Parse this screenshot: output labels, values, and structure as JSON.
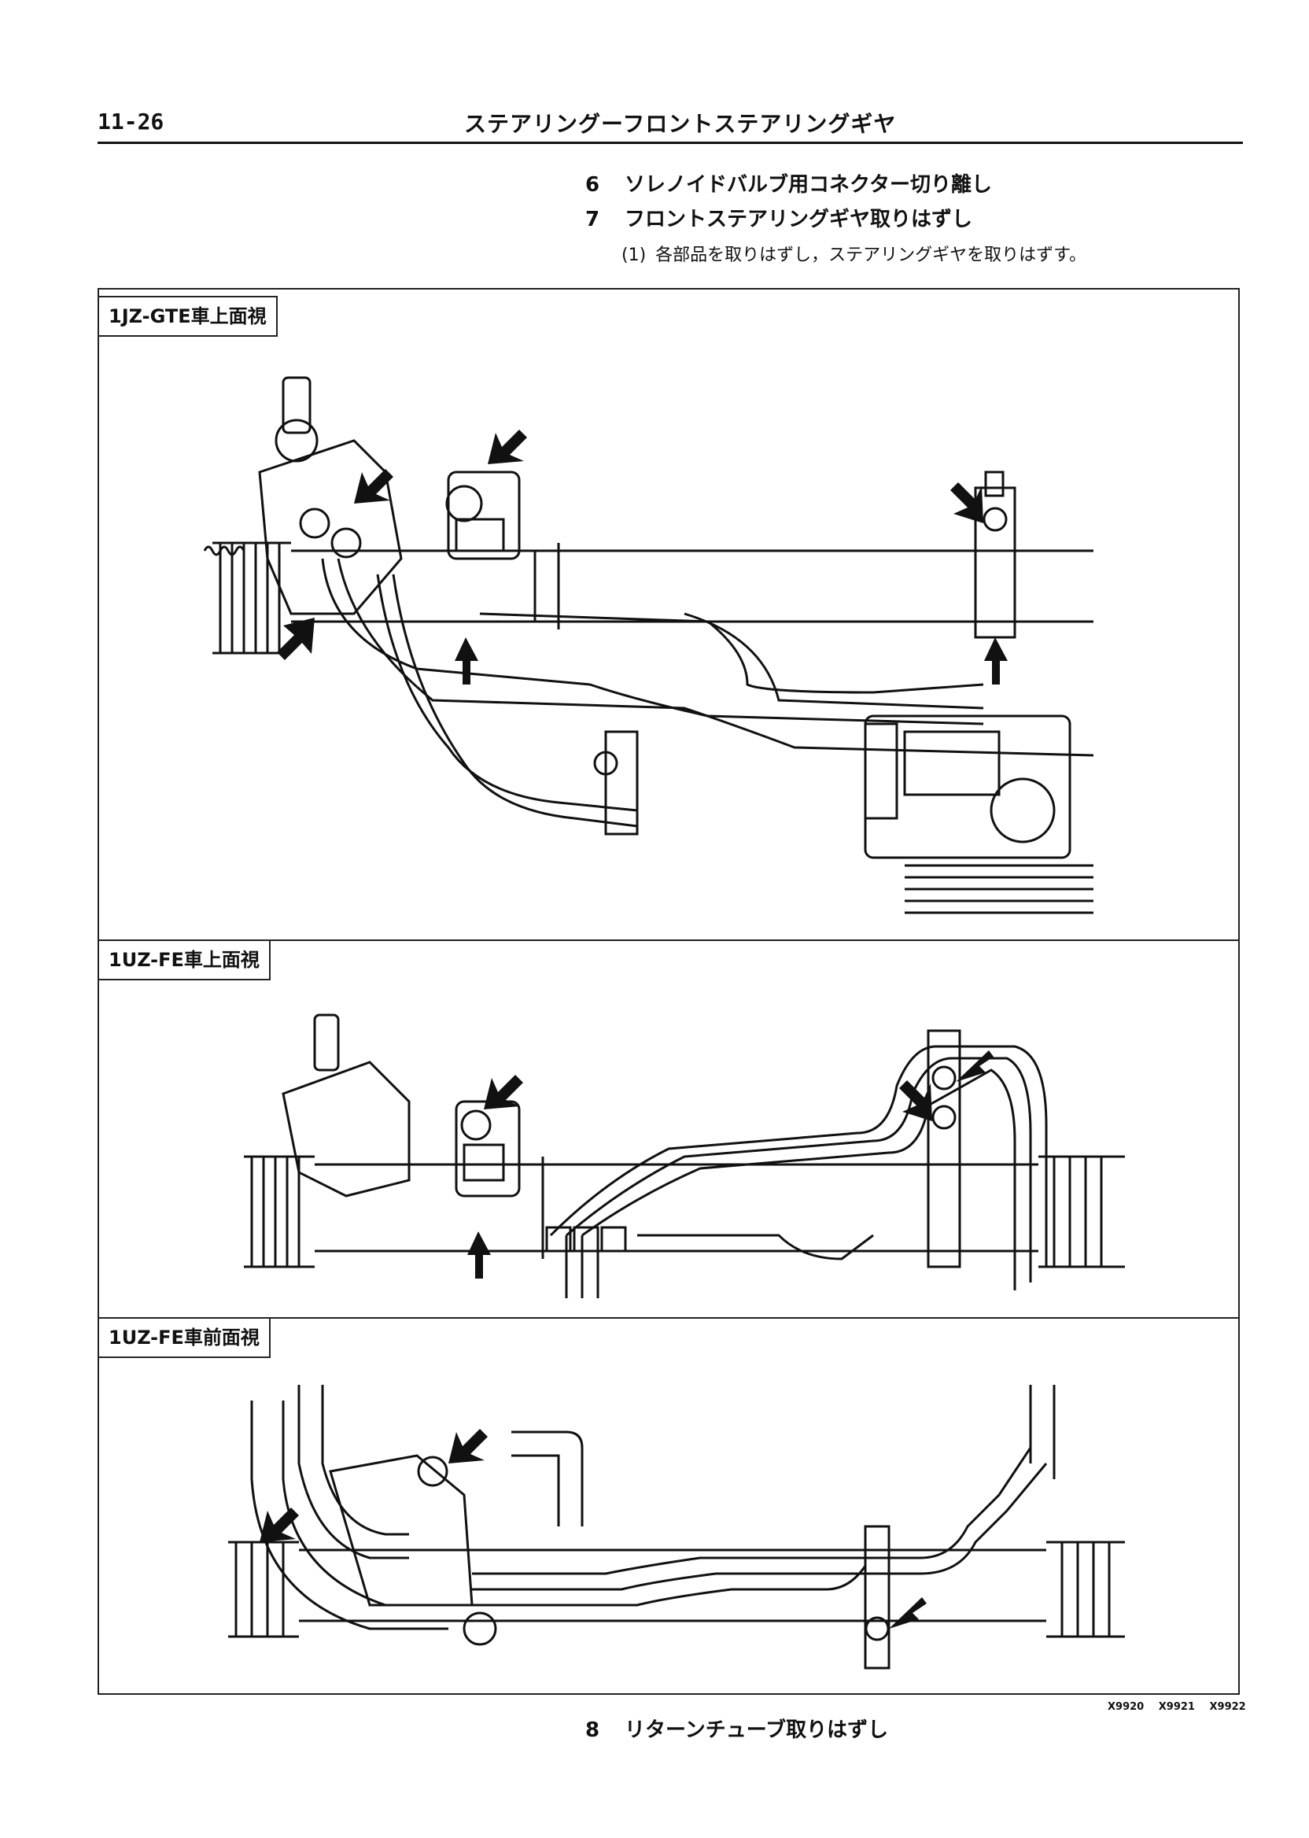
{
  "header": {
    "page_number": "11-26",
    "title": "ステアリングーフロントステアリングギヤ"
  },
  "steps": [
    {
      "number": "6",
      "text": "ソレノイドバルブ用コネクター切り離し"
    },
    {
      "number": "7",
      "text": "フロントステアリングギヤ取りはずし"
    }
  ],
  "substep": {
    "number": "(1)",
    "text": "各部品を取りはずし，ステアリングギヤを取りはずす。"
  },
  "figure": {
    "views": [
      {
        "label": "1JZ-GTE車上面視"
      },
      {
        "label": "1UZ-FE車上面視"
      },
      {
        "label": "1UZ-FE車前面視"
      }
    ],
    "codes": [
      "X9920",
      "X9921",
      "X9922"
    ]
  },
  "footer_step": {
    "number": "8",
    "text": "リターンチューブ取りはずし"
  }
}
